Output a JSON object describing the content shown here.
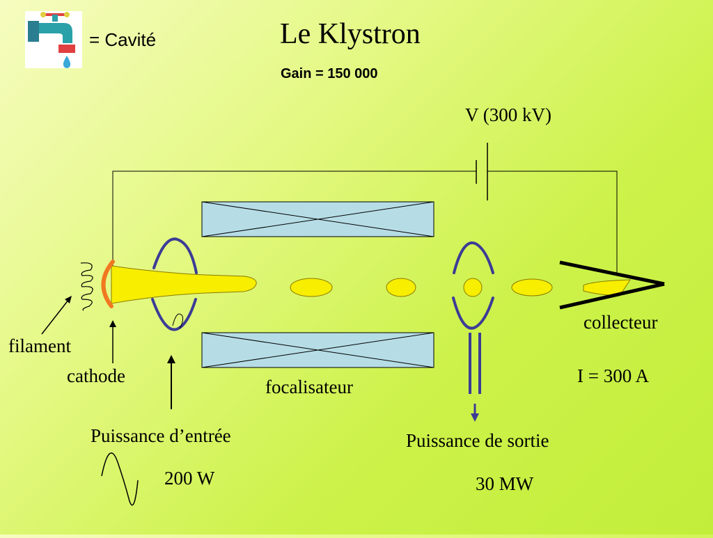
{
  "title": "Le Klystron",
  "gain": "Gain = 150 000",
  "legend": {
    "cavity_label": "= Cavité",
    "icon": "faucet-icon"
  },
  "labels": {
    "voltage": "V (300 kV)",
    "filament": "filament",
    "cathode": "cathode",
    "focusing_magnet": "focalisateur",
    "collector": "collecteur",
    "current": "I = 300 A",
    "input_power": "Puissance d’entrée",
    "input_power_value": "200 W",
    "output_power": "Puissance de sortie",
    "output_power_value": "30 MW"
  },
  "colors": {
    "beam": "#f7ee00",
    "cathode": "#f07820",
    "magnet": "#b6dde6",
    "cavity": "#3c3c96",
    "wire": "#000000"
  }
}
